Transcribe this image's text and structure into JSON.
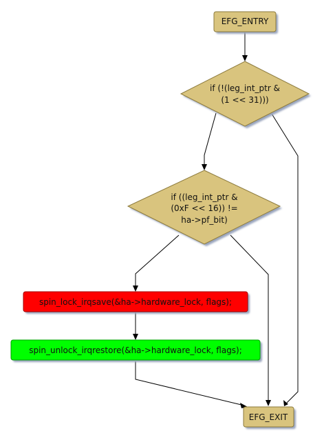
{
  "colors": {
    "node_fill": "#D9C47E",
    "node_stroke": "#8C7A3C",
    "shadow": "#9AA5BE",
    "lock_fill": "#FF0000",
    "unlock_fill": "#00FF00",
    "edge": "#000000"
  },
  "nodes": {
    "entry": {
      "label": "EFG_ENTRY"
    },
    "cond1": {
      "lines": [
        "if (!(leg_int_ptr &",
        "(1 << 31)))"
      ]
    },
    "cond2": {
      "lines": [
        "if ((leg_int_ptr &",
        "(0xF << 16)) !=",
        "ha->pf_bit)"
      ]
    },
    "lock": {
      "label": "spin_lock_irqsave(&ha->hardware_lock, flags);"
    },
    "unlock": {
      "label": "spin_unlock_irqrestore(&ha->hardware_lock, flags);"
    },
    "exit": {
      "label": "EFG_EXIT"
    }
  }
}
